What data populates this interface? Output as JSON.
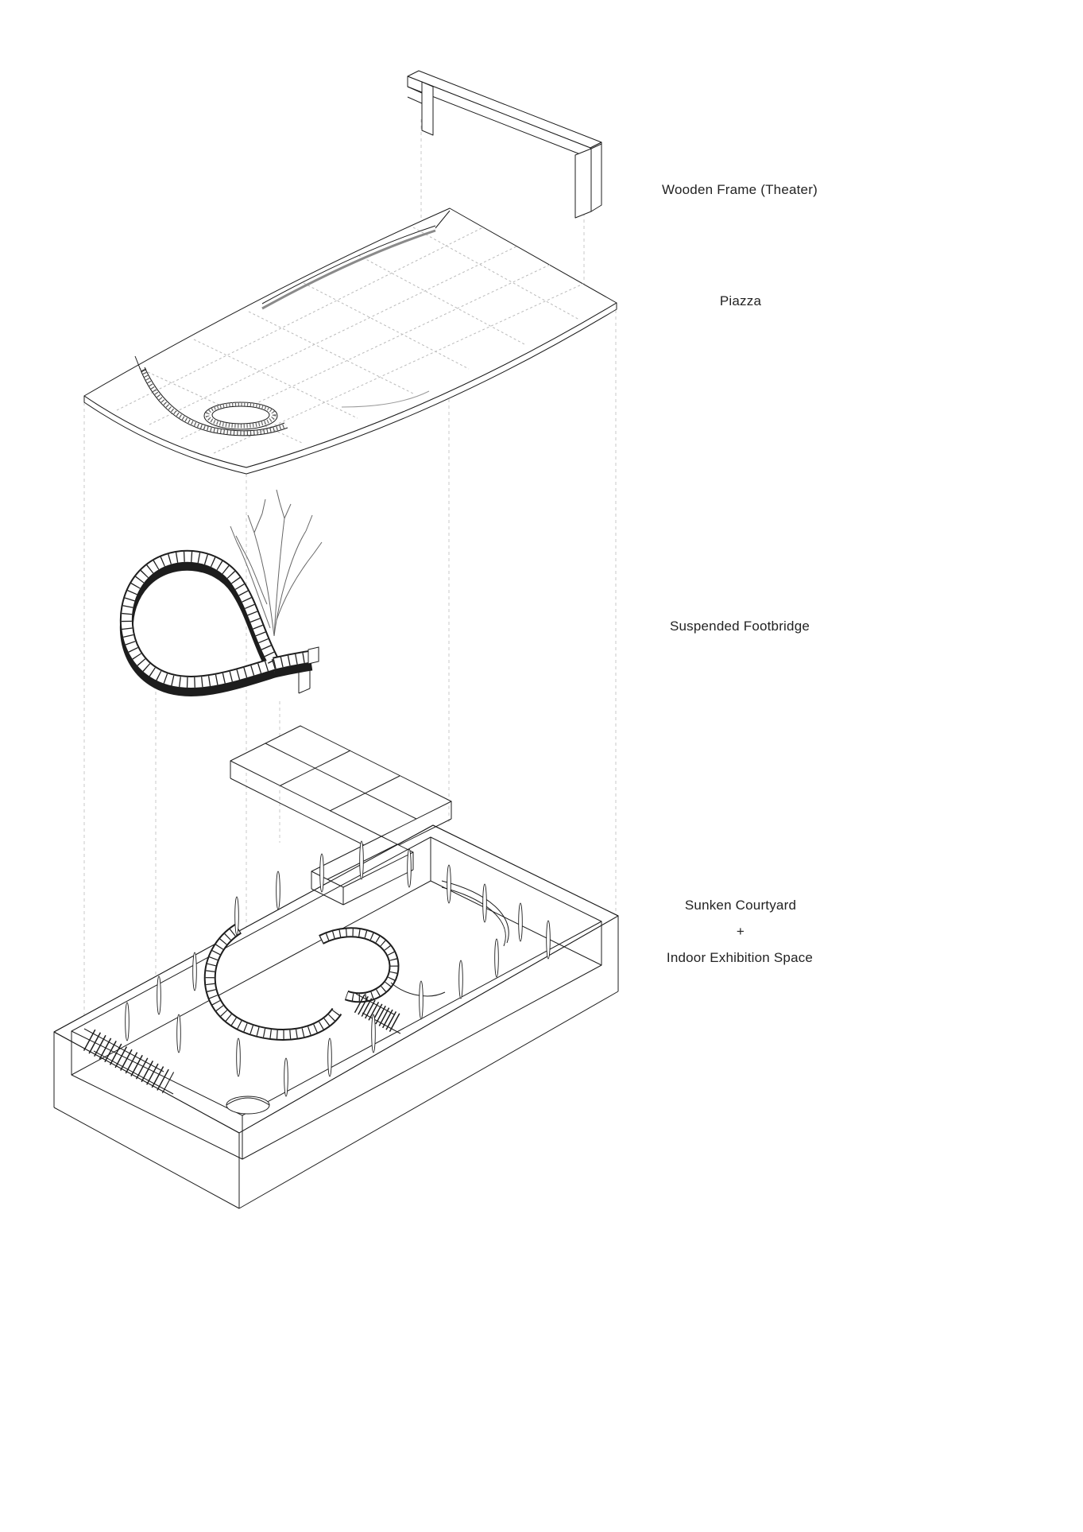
{
  "colors": {
    "background": "#ffffff",
    "line": "#1d1d1d",
    "guide": "#c9c9c9",
    "shade": "#8a8a8a"
  },
  "diagram": {
    "kind": "exploded-axonometric-architecture-diagram",
    "layers": {
      "wooden_frame": {
        "label": "Wooden Frame (Theater)"
      },
      "piazza": {
        "label": "Piazza"
      },
      "footbridge": {
        "label": "Suspended Footbridge"
      },
      "courtyard": {
        "label_line1": "Sunken Courtyard",
        "label_plus": "+",
        "label_line2": "Indoor Exhibition Space"
      }
    }
  }
}
